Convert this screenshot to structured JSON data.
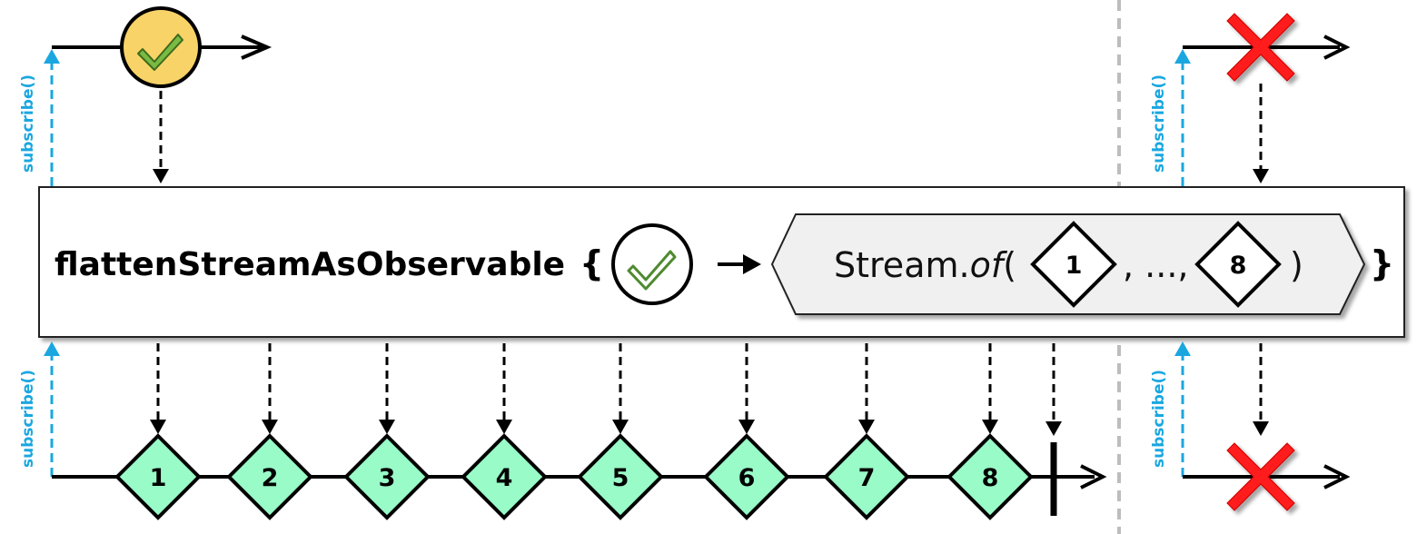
{
  "operator": {
    "name": "flattenStreamAsObservable",
    "open_brace": "{",
    "close_brace": "}",
    "stream_prefix": "Stream.",
    "stream_method": "of",
    "stream_open_paren": "(",
    "stream_ellipsis": ", ...,",
    "stream_close_paren": ")",
    "stream_first_item": "1",
    "stream_last_item": "8"
  },
  "subscribe_label": "subscribe()",
  "output_items": [
    "1",
    "2",
    "3",
    "4",
    "5",
    "6",
    "7",
    "8"
  ],
  "colors": {
    "success_fill": "#f8d367",
    "check_green": "#5a8a2c",
    "item_fill": "#99fbc7",
    "subscribe_blue": "#1aa7e0",
    "error_red": "#ff1a1a",
    "divider_gray": "#bdbdbd",
    "stream_box_fill": "#f0f0f0"
  },
  "icons": [
    "check-icon",
    "cross-icon",
    "arrow-right-icon"
  ]
}
